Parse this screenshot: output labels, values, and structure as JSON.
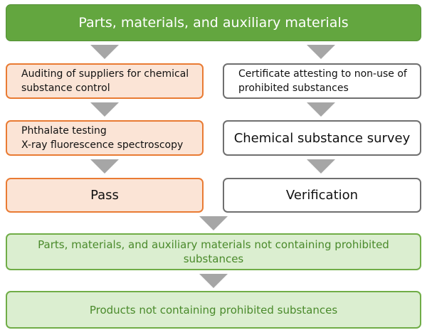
{
  "header": {
    "title": "Parts, materials, and auxiliary materials"
  },
  "left_column": {
    "audit_lines": [
      "Auditing of suppliers for chemical",
      "substance control"
    ],
    "testing_lines": [
      "Phthalate testing",
      "X-ray fluorescence spectroscopy"
    ],
    "pass_label": "Pass"
  },
  "right_column": {
    "certificate_lines": [
      "Certificate attesting to non-use of",
      "prohibited substances"
    ],
    "survey_label": "Chemical substance survey",
    "verification_label": "Verification"
  },
  "outputs": {
    "materials_lines": [
      "Parts, materials, and auxiliary materials not containing prohibited",
      "substances"
    ],
    "products_label": "Products not containing prohibited substances"
  },
  "colors": {
    "header_green": "#63a63f",
    "orange_border": "#e97b33",
    "orange_fill": "#fbe4d6",
    "gray_border": "#6f6f6f",
    "light_green_fill": "#dbeed0",
    "green_text": "#4a8a2b",
    "arrow_gray": "#a6a6a6"
  }
}
